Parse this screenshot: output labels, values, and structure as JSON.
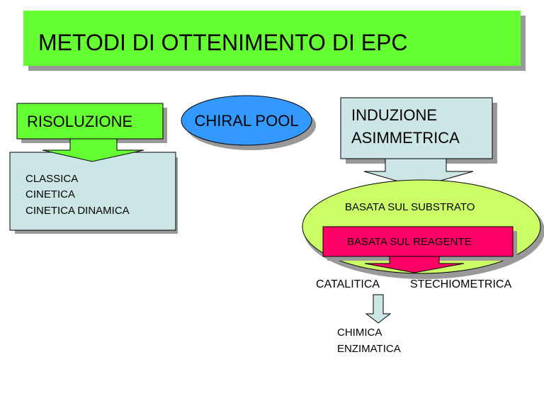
{
  "title": "METODI DI OTTENIMENTO DI EPC",
  "risoluzione": {
    "label": "RISOLUZIONE",
    "items": [
      "CLASSICA",
      "CINETICA",
      "CINETICA DINAMICA"
    ]
  },
  "chiral_pool": {
    "label": "CHIRAL POOL"
  },
  "induzione": {
    "label_line1": "INDUZIONE",
    "label_line2": "ASIMMETRICA",
    "substrato": "BASATA SUL SUBSTRATO",
    "reagente": "BASATA SUL REAGENTE",
    "catalitica": "CATALITICA",
    "stechiometrica": "STECHIOMETRICA",
    "outcomes": [
      "CHIMICA",
      "ENZIMATICA"
    ]
  },
  "colors": {
    "title_green": "#66ff33",
    "box_cyan": "#cce6e6",
    "chiral_blue": "#3399ff",
    "ellipse_green": "#ccff66",
    "reagent_pink": "#ff0066",
    "shadow": "#999999"
  }
}
